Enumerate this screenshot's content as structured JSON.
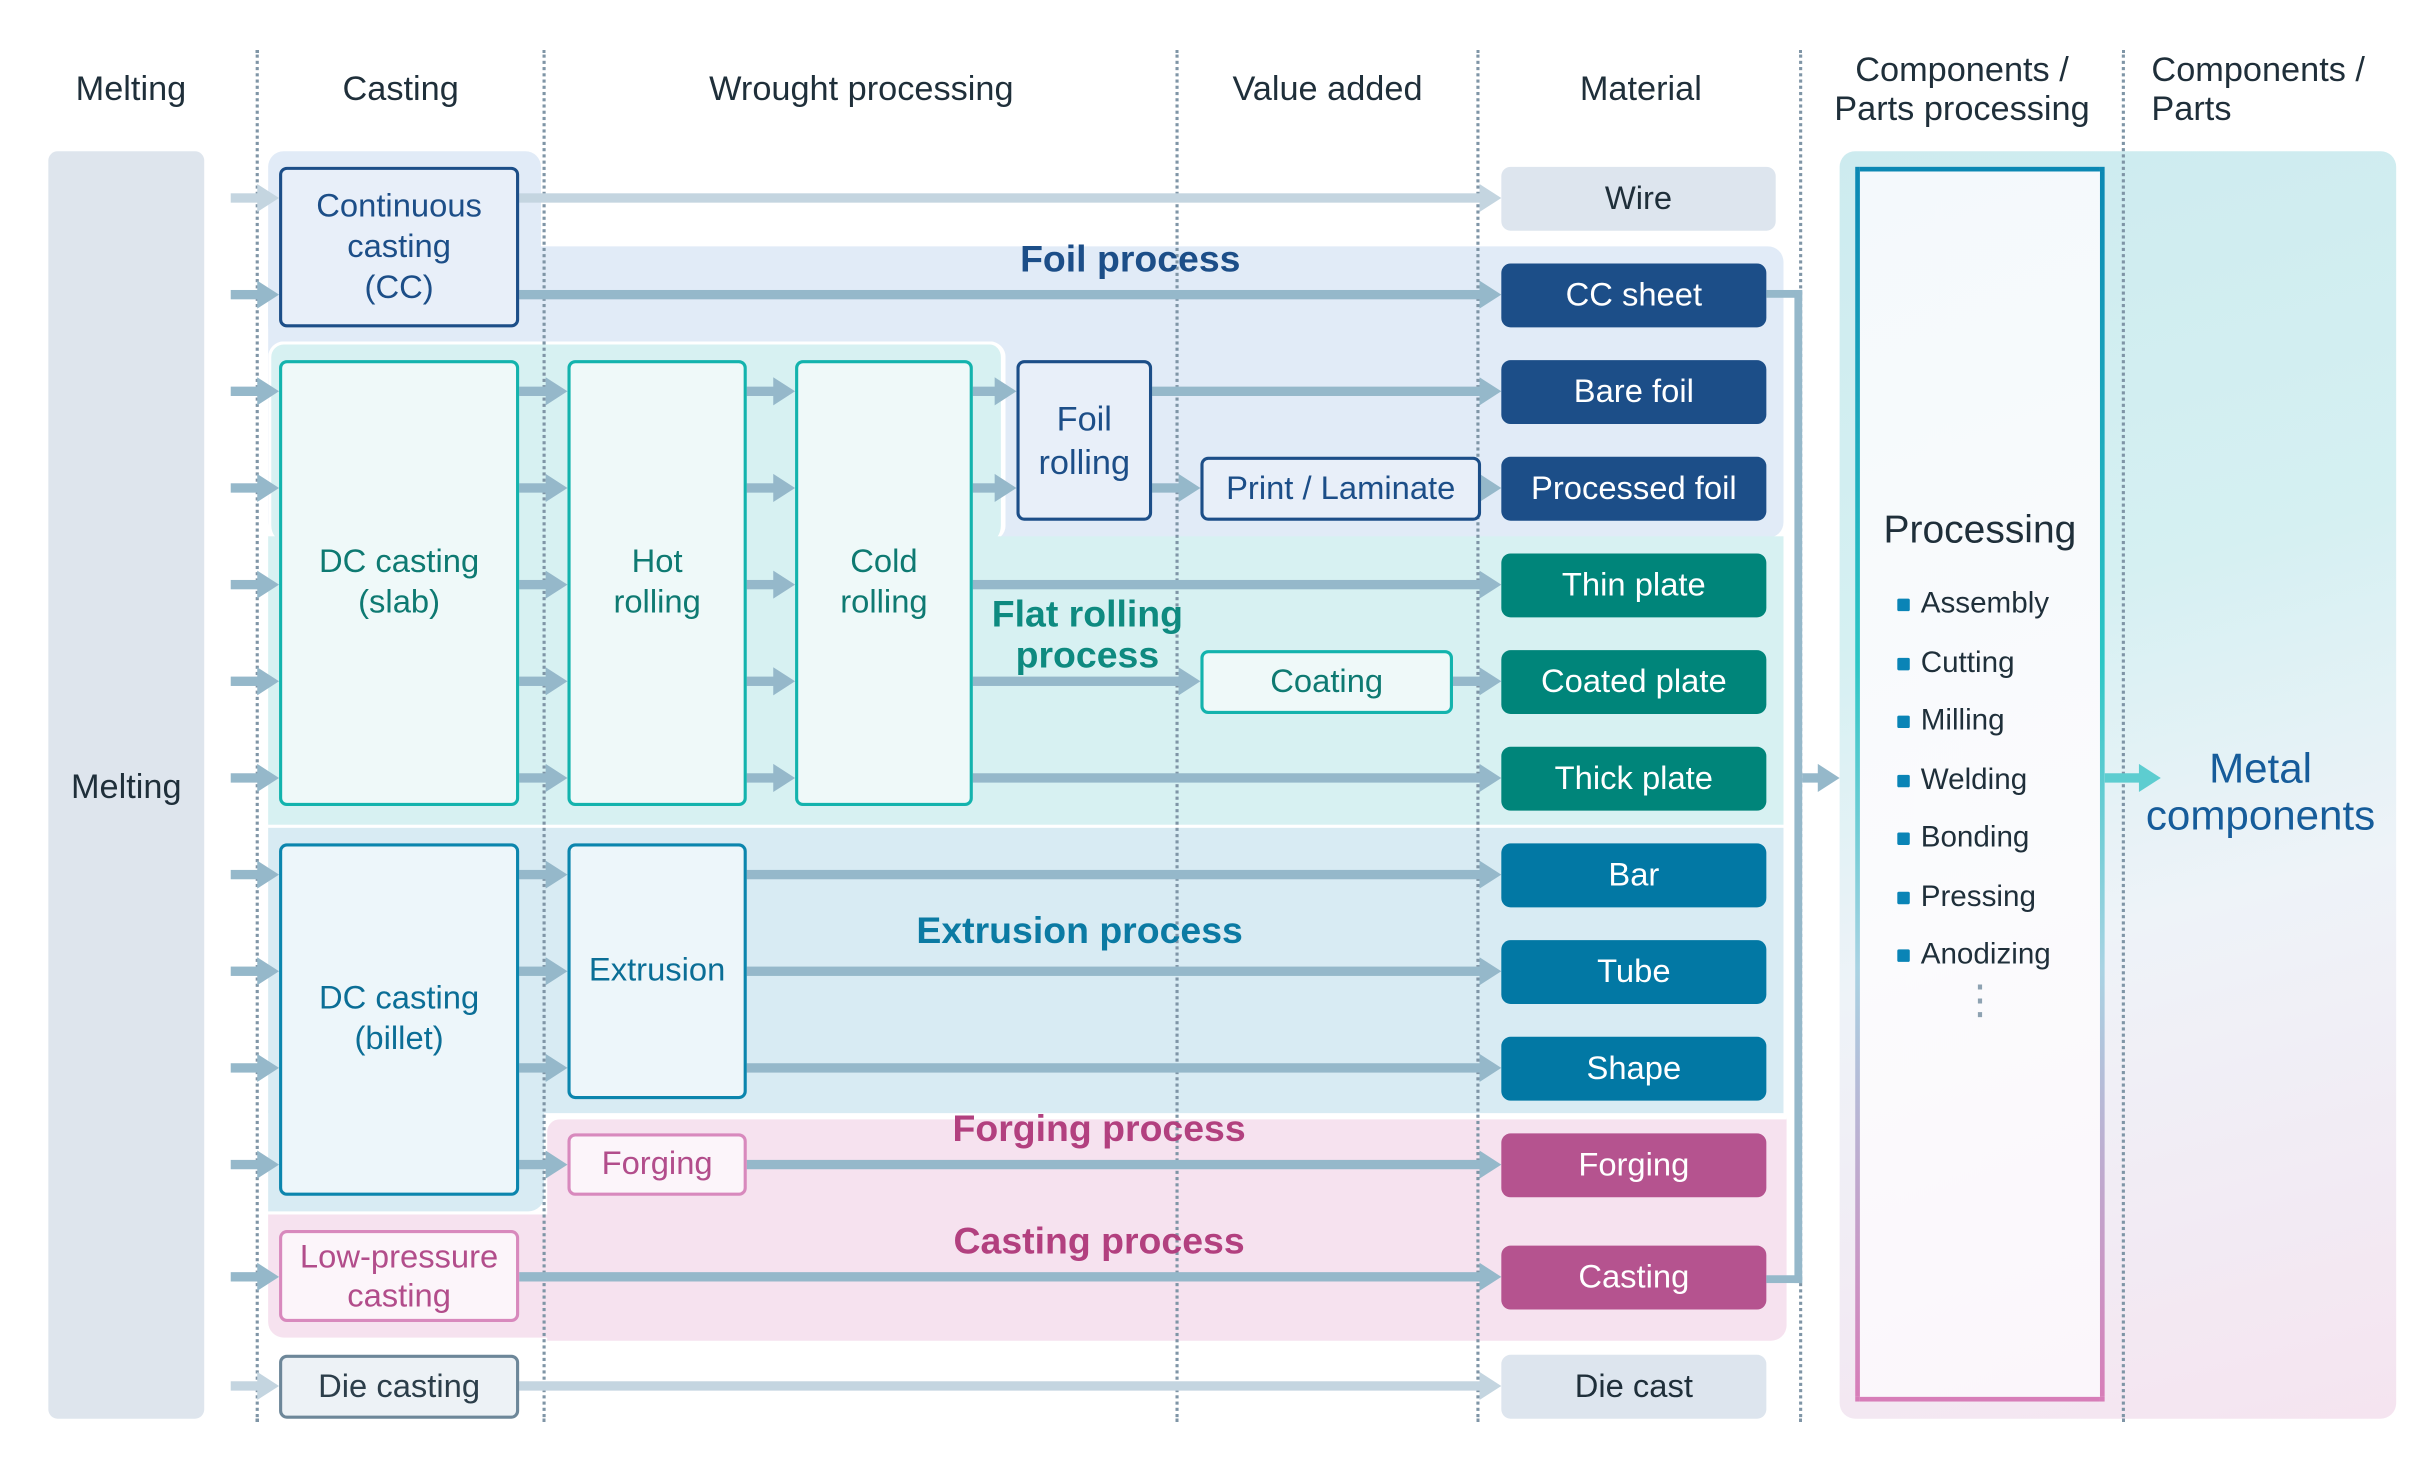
{
  "headers": {
    "melting": "Melting",
    "casting": "Casting",
    "wrought": "Wrought processing",
    "value_added": "Value added",
    "material": "Material",
    "parts_processing": "Components / Parts processing",
    "parts_processing_l1": "Components /",
    "parts_processing_l2": "Parts processing",
    "parts": "Components / Parts",
    "parts_l1": "Components /",
    "parts_l2": "Parts"
  },
  "melting_label": "Melting",
  "processes": {
    "foil": {
      "label": "Foil process",
      "color": "#1c4e88",
      "bg": "#e1ebf7"
    },
    "flat": {
      "label_l1": "Flat rolling",
      "label_l2": "process",
      "color": "#0e8a80",
      "bg": "#d7f1f2"
    },
    "extrusion": {
      "label": "Extrusion process",
      "color": "#0b7aa3",
      "bg": "#d8ebf3"
    },
    "forging": {
      "label": "Forging process",
      "color": "#b2407f",
      "bg": "#f6e2ef"
    },
    "casting": {
      "label": "Casting process",
      "color": "#b2407f",
      "bg": "#f6e2ef"
    }
  },
  "steps": {
    "cc": {
      "l1": "Continuous",
      "l2": "casting",
      "l3": "(CC)"
    },
    "dc_slab": {
      "l1": "DC casting",
      "l2": "(slab)"
    },
    "hot_rolling": {
      "l1": "Hot",
      "l2": "rolling"
    },
    "cold_rolling": {
      "l1": "Cold",
      "l2": "rolling"
    },
    "foil_rolling": {
      "l1": "Foil",
      "l2": "rolling"
    },
    "print_laminate": "Print / Laminate",
    "coating": "Coating",
    "dc_billet": {
      "l1": "DC casting",
      "l2": "(billet)"
    },
    "extrusion": "Extrusion",
    "forging": "Forging",
    "low_pressure": {
      "l1": "Low-pressure",
      "l2": "casting"
    },
    "die_casting": "Die casting"
  },
  "materials": [
    {
      "label": "Wire",
      "color": "#dde5ee",
      "text": "#1f2f3a"
    },
    {
      "label": "CC sheet",
      "color": "#1c4e88",
      "text": "#ffffff"
    },
    {
      "label": "Bare foil",
      "color": "#1c4e88",
      "text": "#ffffff"
    },
    {
      "label": "Processed foil",
      "color": "#1c4e88",
      "text": "#ffffff"
    },
    {
      "label": "Thin plate",
      "color": "#00857a",
      "text": "#ffffff"
    },
    {
      "label": "Coated plate",
      "color": "#00857a",
      "text": "#ffffff"
    },
    {
      "label": "Thick plate",
      "color": "#00857a",
      "text": "#ffffff"
    },
    {
      "label": "Bar",
      "color": "#0278a4",
      "text": "#ffffff"
    },
    {
      "label": "Tube",
      "color": "#0278a4",
      "text": "#ffffff"
    },
    {
      "label": "Shape",
      "color": "#0278a4",
      "text": "#ffffff"
    },
    {
      "label": "Forging",
      "color": "#b5538f",
      "text": "#ffffff"
    },
    {
      "label": "Casting",
      "color": "#b5538f",
      "text": "#ffffff"
    },
    {
      "label": "Die cast",
      "color": "#dde5ee",
      "text": "#1f2f3a"
    }
  ],
  "processing": {
    "title": "Processing",
    "items": [
      "Assembly",
      "Cutting",
      "Milling",
      "Welding",
      "Bonding",
      "Pressing",
      "Anodizing"
    ],
    "more": "⋮"
  },
  "output": {
    "l1": "Metal",
    "l2": "components"
  },
  "colors": {
    "arrow": "#95b8ca",
    "arrow_light": "#c4d5e0",
    "bullet": "#0a84b6"
  }
}
